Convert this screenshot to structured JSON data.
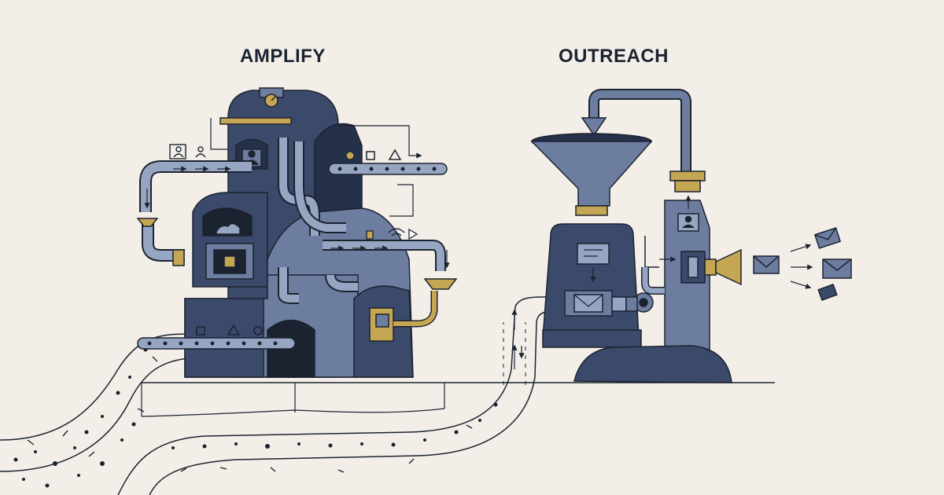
{
  "sections": {
    "amplify": {
      "label": "AMPLIFY"
    },
    "outreach": {
      "label": "OUTREACH"
    }
  },
  "palette": {
    "background": "#f3efe8",
    "navy_dark": "#25304a",
    "navy": "#3b4a6b",
    "slate": "#6c7da0",
    "slate_light": "#96a6c2",
    "gold": "#c4a653",
    "cream": "#ebe4d0",
    "outline": "#1c2330"
  },
  "icons": [
    "factory-machine",
    "funnel",
    "conveyor-belt",
    "person-icon",
    "envelope-icon",
    "megaphone-icon",
    "gauge-icon",
    "pipe",
    "particle-stream"
  ]
}
